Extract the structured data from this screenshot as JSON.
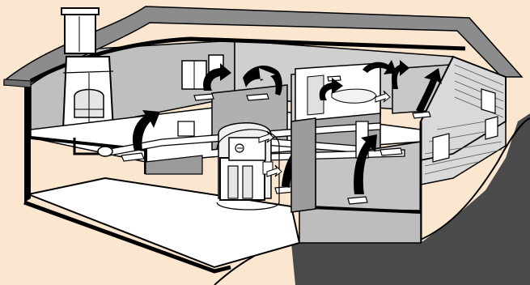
{
  "diagram": {
    "subject": "house-cutaway-forced-air-heating",
    "colors": {
      "background": "#fbe6cf",
      "roof": "#8c8c8c",
      "interior_wall": "#b7b7b7",
      "floor": "#ffffff",
      "outline": "#000000",
      "ground": "#4a4a4a",
      "siding": "#d9d9d9"
    },
    "elements": [
      {
        "name": "chimney",
        "icon": "chimney-icon"
      },
      {
        "name": "fireplace",
        "icon": "fireplace-icon"
      },
      {
        "name": "furnace",
        "icon": "furnace-icon"
      },
      {
        "name": "supply-duct",
        "icon": "duct-icon"
      },
      {
        "name": "floor-register",
        "icon": "register-icon"
      },
      {
        "name": "airflow-arrow",
        "icon": "curved-arrow-icon"
      }
    ],
    "airflow_arrows": 9,
    "floor_registers": 8,
    "windows": 5
  }
}
